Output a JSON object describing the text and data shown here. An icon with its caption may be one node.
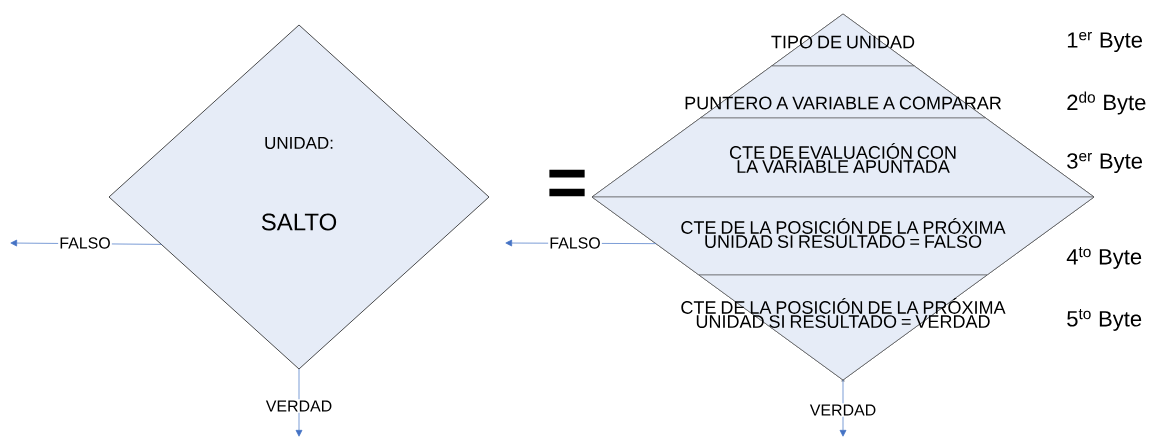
{
  "diagram": {
    "nodes": [
      {
        "text": [
          "UNIDAD:",
          "SALTO"
        ]
      },
      {
        "text": [],
        "shape": "diamond"
      },
      {
        "text": [
          "TIPO DE UNIDAD"
        ],
        "in": 1
      },
      {
        "text": [
          "PUNTERO A VARIABLE A COMPARAR"
        ],
        "in": 1
      },
      {
        "text": [
          "CTE DE EVALUACIÓN CON LA VARIABLE APUNTADA"
        ],
        "in": 1
      },
      {
        "text": [
          "CTE DE LA POSICIÓN DE LA PRÓXIMA UNIDAD SI RESULTADO = FALSO"
        ],
        "in": 1
      },
      {
        "text": [
          "CTE DE LA POSICIÓN DE LA PRÓXIMA UNIDAD SI RESULTADO = VERDAD"
        ],
        "in": 1
      }
    ],
    "edges": [
      {
        "from": 0,
        "to": null,
        "arrow": "to",
        "label": "FALSO"
      },
      {
        "from": 0,
        "to": null,
        "arrow": "to",
        "label": "VERDAD"
      },
      {
        "from": 1,
        "to": null,
        "arrow": "to",
        "label": "FALSO"
      },
      {
        "from": 1,
        "to": null,
        "arrow": "to",
        "label": "VERDAD"
      }
    ],
    "labels": [
      "1$^{er}$ Byte",
      "2$^{do}$ Byte",
      "3$^{er}$ Byte",
      "=",
      "4$^{to}$ Byte",
      "5$^{to}$ Byte"
    ]
  }
}
